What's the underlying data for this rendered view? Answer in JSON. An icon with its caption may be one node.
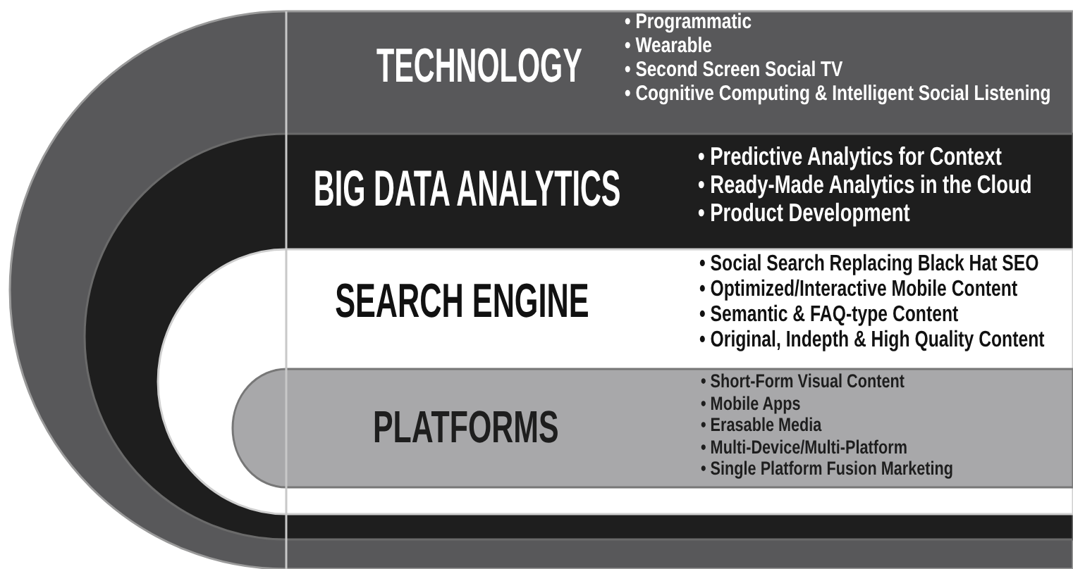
{
  "diagram": {
    "nodes": [
      {
        "text": [
          "TECHNOLOGY",
          "• Programmatic",
          "• Wearable",
          "• Second Screen Social TV",
          "• Cognitive Computing & Intelligent Social Listening"
        ]
      },
      {
        "text": [
          "BIG DATA ANALYTICS",
          "• Predictive Analytics for Context",
          "• Ready-Made Analytics in the Cloud",
          "• Product Development"
        ],
        "in": 0
      },
      {
        "text": [
          "SEARCH ENGINE",
          "• Social Search Replacing Black Hat SEO",
          "• Optimized/Interactive Mobile Content",
          "• Semantic & FAQ-type Content",
          "• Original, Indepth & High Quality Content"
        ],
        "in": 1
      },
      {
        "text": [
          "PLATFORMS",
          "• Short-Form Visual Content",
          "• Mobile Apps",
          "• Erasable Media",
          "• Multi-Device/Multi-Platform",
          "• Single Platform Fusion Marketing"
        ],
        "in": 2
      }
    ]
  }
}
